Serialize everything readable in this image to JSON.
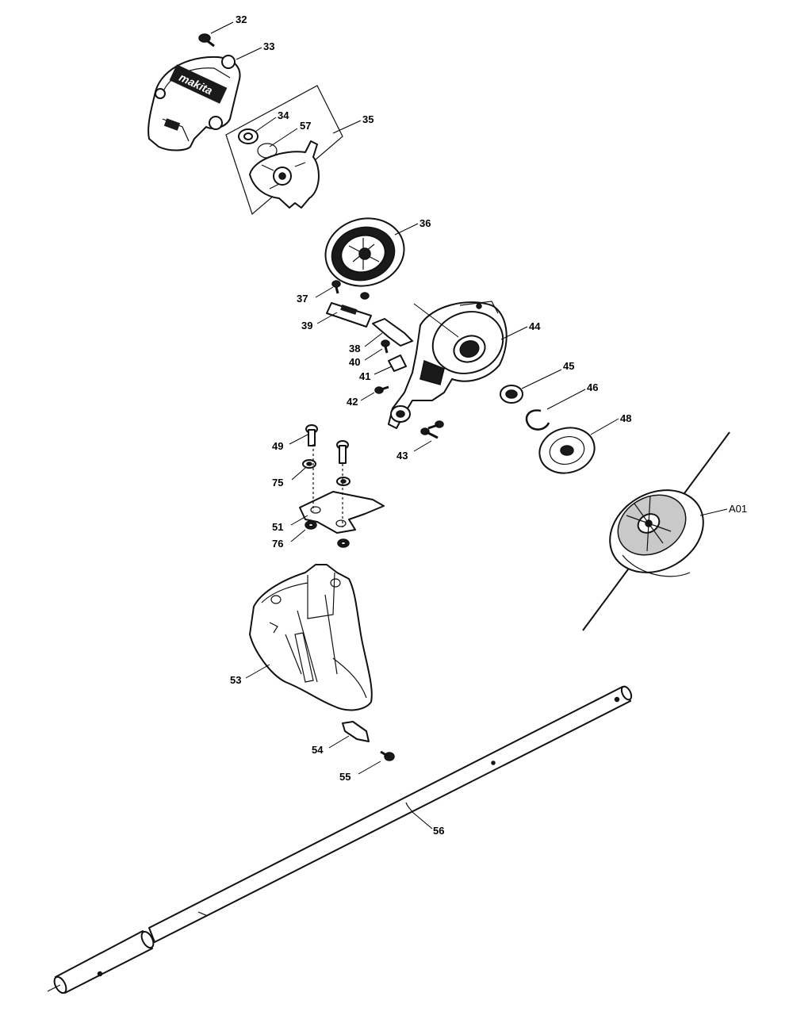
{
  "diagram": {
    "type": "exploded-parts-diagram",
    "brand_marking": "makita",
    "callouts": {
      "c32": "32",
      "c33": "33",
      "c34": "34",
      "c57": "57",
      "c35": "35",
      "c36": "36",
      "c37": "37",
      "c39": "39",
      "c38": "38",
      "c40": "40",
      "c41": "41",
      "c44": "44",
      "c42": "42",
      "c45": "45",
      "c46": "46",
      "c48": "48",
      "c43": "43",
      "c49": "49",
      "c75": "75",
      "c51": "51",
      "c76": "76",
      "cA01": "A01",
      "c53": "53",
      "c54": "54",
      "c55": "55",
      "c56": "56"
    }
  }
}
